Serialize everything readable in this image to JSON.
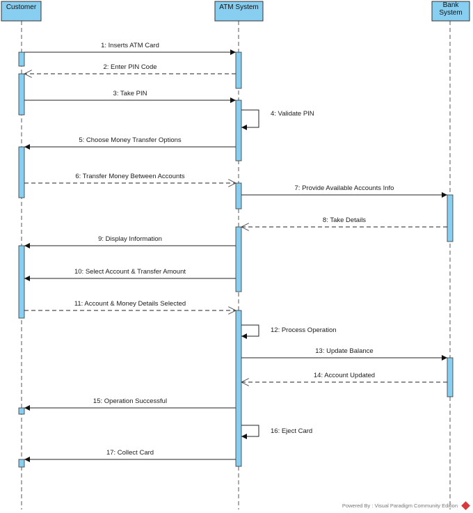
{
  "participants": [
    {
      "id": "customer",
      "lines": [
        "Customer"
      ]
    },
    {
      "id": "atm",
      "lines": [
        "ATM System"
      ]
    },
    {
      "id": "bank",
      "lines": [
        "Bank",
        "System"
      ]
    }
  ],
  "messages": [
    {
      "label": "1: Inserts ATM Card",
      "from": "customer",
      "to": "atm",
      "kind": "sync"
    },
    {
      "label": "2: Enter PIN Code",
      "from": "atm",
      "to": "customer",
      "kind": "return"
    },
    {
      "label": "3: Take PIN",
      "from": "customer",
      "to": "atm",
      "kind": "sync"
    },
    {
      "label": "4: Validate PIN",
      "from": "atm",
      "to": "atm",
      "kind": "self"
    },
    {
      "label": "5: Choose Money Transfer Options",
      "from": "atm",
      "to": "customer",
      "kind": "sync"
    },
    {
      "label": "6: Transfer Money Between Accounts",
      "from": "customer",
      "to": "atm",
      "kind": "async"
    },
    {
      "label": "7: Provide Available Accounts Info",
      "from": "atm",
      "to": "bank",
      "kind": "sync"
    },
    {
      "label": "8: Take Details",
      "from": "bank",
      "to": "atm",
      "kind": "return"
    },
    {
      "label": "9: Display Information",
      "from": "atm",
      "to": "customer",
      "kind": "sync"
    },
    {
      "label": "10: Select Account & Transfer Amount",
      "from": "atm",
      "to": "customer",
      "kind": "sync"
    },
    {
      "label": "11: Account & Money Details Selected",
      "from": "customer",
      "to": "atm",
      "kind": "async"
    },
    {
      "label": "12: Process Operation",
      "from": "atm",
      "to": "atm",
      "kind": "self"
    },
    {
      "label": "13: Update Balance",
      "from": "atm",
      "to": "bank",
      "kind": "sync"
    },
    {
      "label": "14: Account Updated",
      "from": "bank",
      "to": "atm",
      "kind": "return"
    },
    {
      "label": "15: Operation Successful",
      "from": "atm",
      "to": "customer",
      "kind": "sync"
    },
    {
      "label": "16: Eject Card",
      "from": "atm",
      "to": "atm",
      "kind": "self"
    },
    {
      "label": "17: Collect Card",
      "from": "atm",
      "to": "customer",
      "kind": "sync"
    }
  ],
  "colors": {
    "participant_fill": "#87cef0",
    "activation_fill": "#87cef0",
    "stroke": "#333333"
  },
  "footer": {
    "text": "Powered By : Visual Paradigm Community Edition"
  }
}
